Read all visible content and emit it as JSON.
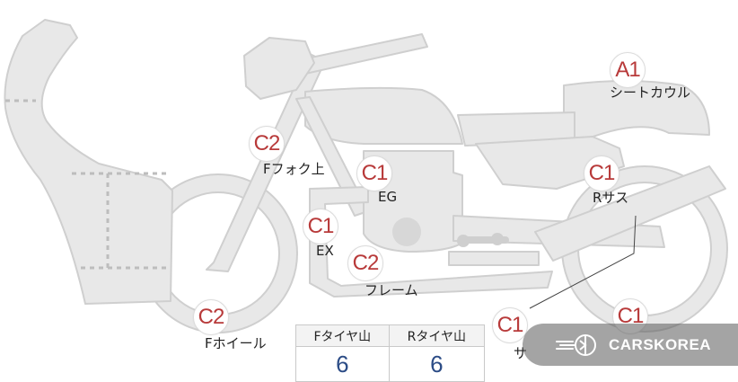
{
  "parts": [
    {
      "grade": "A1",
      "label": "シートカウル"
    },
    {
      "grade": "C2",
      "label": "Fフォク上"
    },
    {
      "grade": "C1",
      "label": "EG"
    },
    {
      "grade": "C1",
      "label": "Rサス"
    },
    {
      "grade": "C1",
      "label": "EX"
    },
    {
      "grade": "C2",
      "label": "フレーム"
    },
    {
      "grade": "C2",
      "label": "Fホイール"
    },
    {
      "grade": "C1",
      "label": "サ"
    },
    {
      "grade": "C1",
      "label": ""
    }
  ],
  "tread_table": {
    "headers": [
      "Fタイヤ山",
      "Rタイヤ山"
    ],
    "values": [
      "6",
      "6"
    ]
  },
  "watermark": {
    "text": "CARSKOREA",
    "icon": "carskorea-logo-icon"
  },
  "colors": {
    "grade": "#b83a3a",
    "tread_value": "#2c4c86",
    "bike_fill": "#e8e8e8",
    "bike_stroke": "#cfcfcf"
  }
}
